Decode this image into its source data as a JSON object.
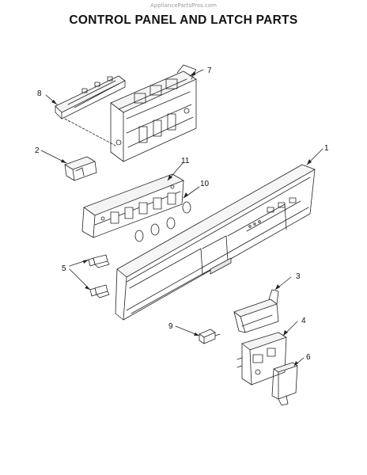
{
  "watermark": "AppliancePartsPros.com",
  "title": "CONTROL PANEL AND LATCH PARTS",
  "callouts": [
    "1",
    "2",
    "3",
    "4",
    "5",
    "6",
    "7",
    "8",
    "9",
    "10",
    "11"
  ]
}
